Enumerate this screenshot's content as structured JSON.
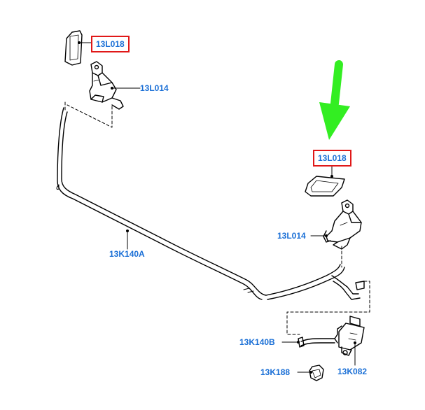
{
  "callouts": [
    {
      "id": "a",
      "text": "13L018",
      "highlighted": true
    },
    {
      "id": "b",
      "text": "13L014",
      "highlighted": false
    },
    {
      "id": "c",
      "text": "13L018",
      "highlighted": true
    },
    {
      "id": "d",
      "text": "13L014",
      "highlighted": false
    },
    {
      "id": "e",
      "text": "13K140A",
      "highlighted": false
    },
    {
      "id": "f",
      "text": "13K140B",
      "highlighted": false
    },
    {
      "id": "g",
      "text": "13K188",
      "highlighted": false
    },
    {
      "id": "h",
      "text": "13K082",
      "highlighted": false
    }
  ],
  "colors": {
    "label_text": "#1a6fd6",
    "highlight_box": "#e01818",
    "pointer_arrow": "#33ee22",
    "line_art": "#000000"
  }
}
